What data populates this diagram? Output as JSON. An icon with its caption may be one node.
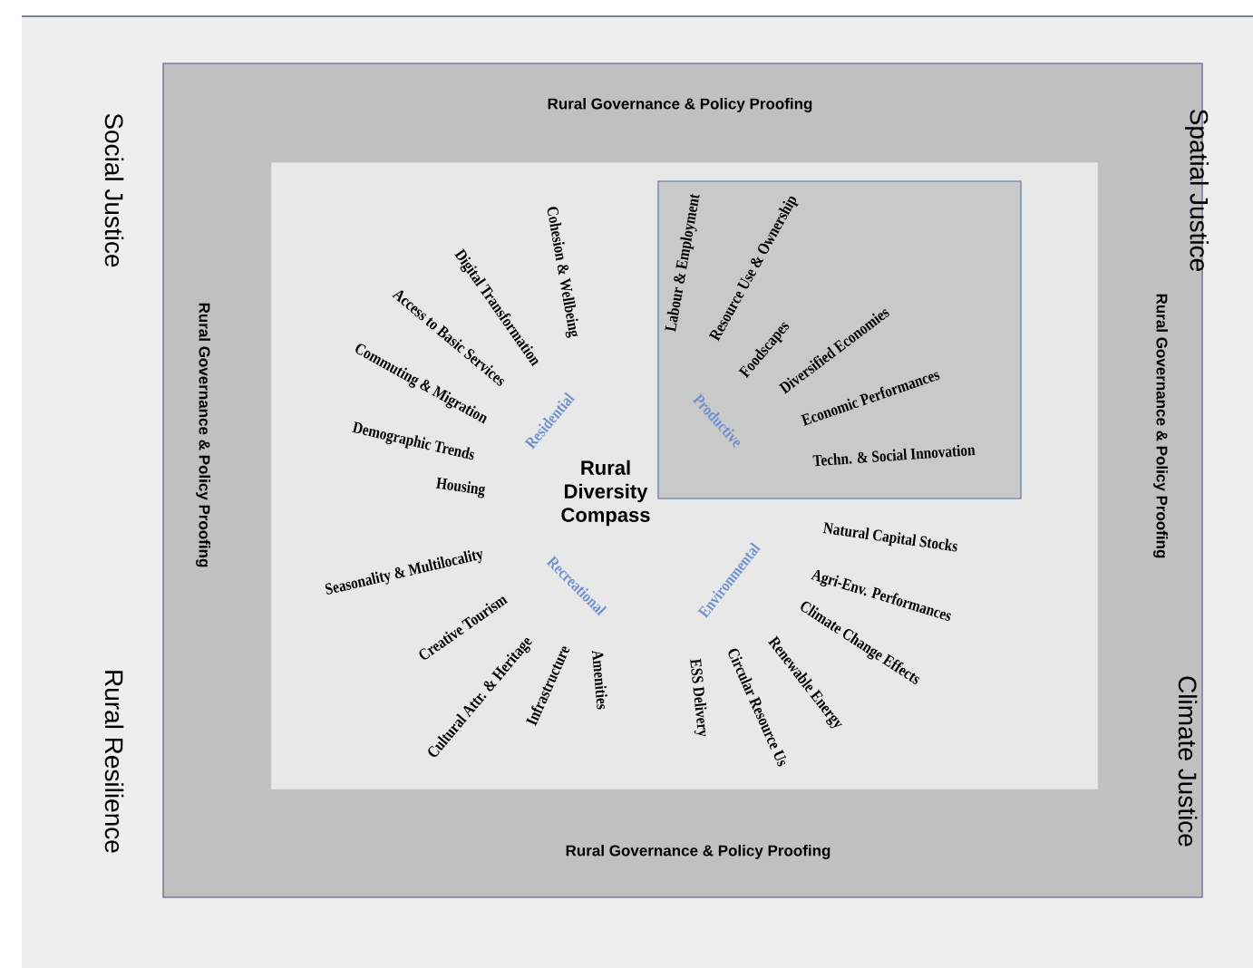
{
  "diagram": {
    "nodes": [
      {
        "text": [
          "Rural Governance & Policy Proofing",
          "Rural Governance & Policy Proofing",
          "Rural Governance & Policy Proofing",
          "Rural Governance & Policy Proofing"
        ]
      },
      {
        "text": [
          "Rural Diversity Compass"
        ],
        "in": 0
      },
      {
        "text": [
          "Productive",
          "Labour & Employment",
          "Resource Use & Ownership",
          "Foodscapes",
          "Diversified Economies",
          "Economic Performances",
          "Techn. & Social Innovation"
        ],
        "in": 1
      }
    ],
    "labels": [
      "Social Justice",
      "Spatial Justice",
      "Digital Transformation",
      "Cohesion & Wellbeing",
      "Access to Basic Services",
      "Commuting & Migration",
      "Residential",
      "Demographic Trends",
      "Housing",
      "Seasonality & Multilocality",
      "Recreational",
      "Environmental",
      "Natural Capital Stocks",
      "Agri-Env. Performances",
      "Creative Tourism",
      "Climate Change Effects",
      "Cultural Attr. & Heritage",
      "Infrastructure",
      "Amenities",
      "ESS Delivery",
      "Circular Resource Us",
      "Renewable Energy",
      "Rural Resilience",
      "Climate Justice"
    ]
  }
}
